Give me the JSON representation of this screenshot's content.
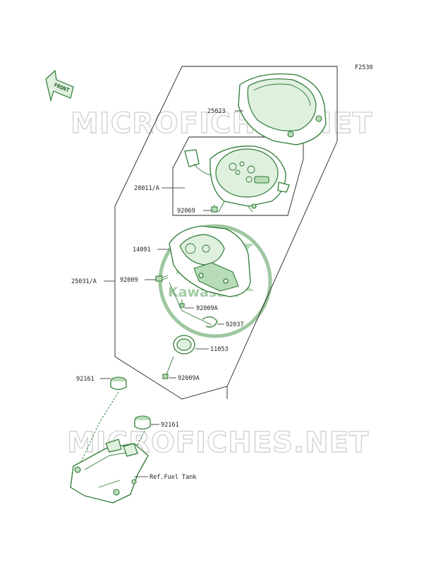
{
  "figure_code": "F2530",
  "front_arrow_label": "FRONT",
  "watermark_text": "MICROFICHES.NET",
  "logo_text": "Kawasaki",
  "parts": [
    {
      "id": "p-25023",
      "label": "25023"
    },
    {
      "id": "p-28011a",
      "label": "28011/A"
    },
    {
      "id": "p-92069",
      "label": "92069"
    },
    {
      "id": "p-14091",
      "label": "14091"
    },
    {
      "id": "p-25031a",
      "label": "25031/A"
    },
    {
      "id": "p-92009",
      "label": "92009"
    },
    {
      "id": "p-92009a-1",
      "label": "92009A"
    },
    {
      "id": "p-92037",
      "label": "92037"
    },
    {
      "id": "p-11053",
      "label": "11053"
    },
    {
      "id": "p-92009a-2",
      "label": "92009A"
    },
    {
      "id": "p-92161-1",
      "label": "92161"
    },
    {
      "id": "p-92161-2",
      "label": "92161"
    },
    {
      "id": "p-ref-fuel-tank",
      "label": "Ref.Fuel Tank"
    }
  ],
  "colors": {
    "part_line": "#2e7a34",
    "part_fill": "#dff0de",
    "watermark": "#d2d2d2",
    "text": "#222222"
  }
}
